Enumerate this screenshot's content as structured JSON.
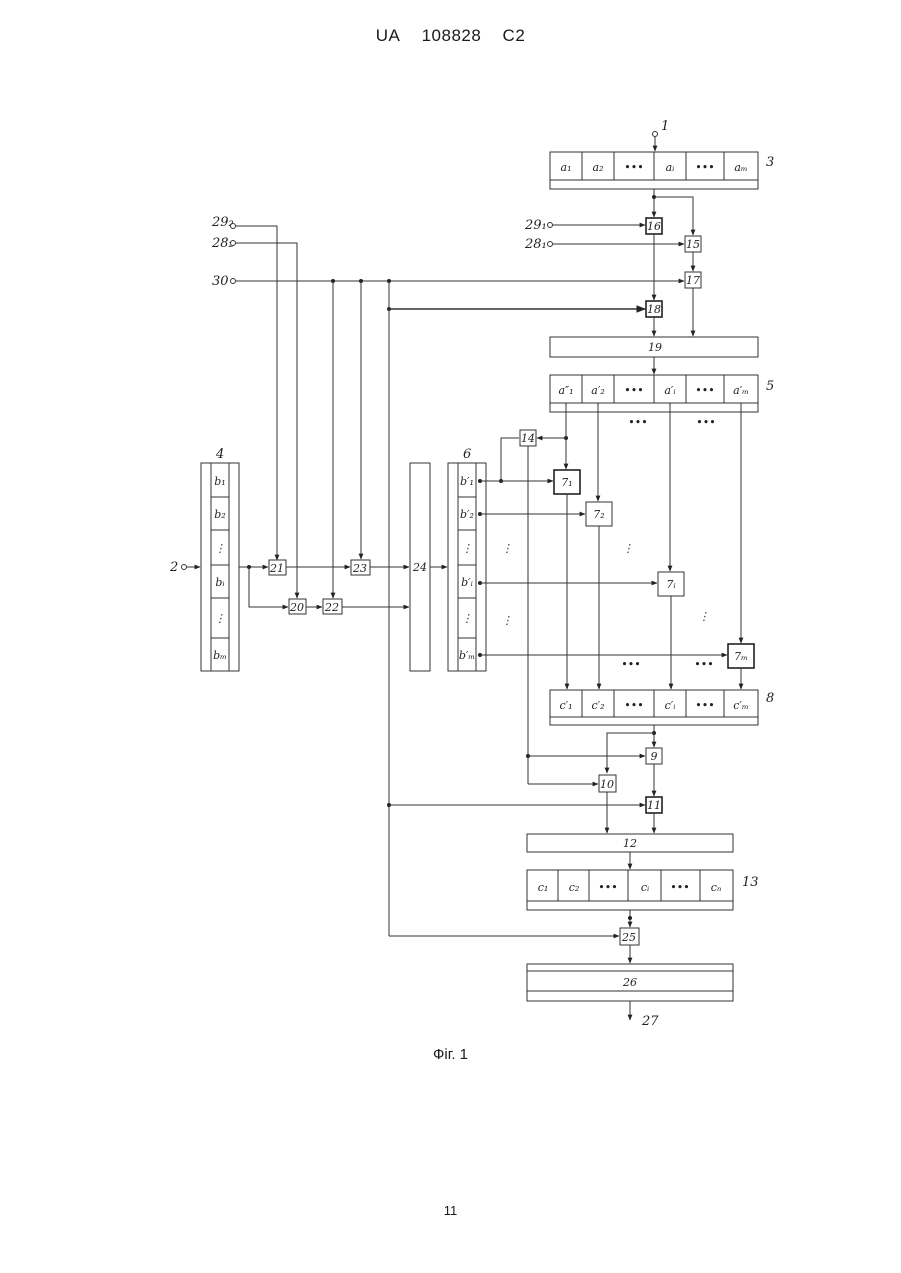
{
  "header": {
    "country": "UA",
    "number": "108828",
    "kind": "C2"
  },
  "caption": "Фіг. 1",
  "page_number": "11",
  "diagram": {
    "terminals": {
      "t1": "1",
      "t2": "2",
      "t27": "27",
      "t30": "30",
      "t29_1": "29₁",
      "t28_1": "28₁",
      "t29_2": "29₂",
      "t28_2": "28₂"
    },
    "register_labels": {
      "r3": "3",
      "r4": "4",
      "r5": "5",
      "r6": "6",
      "r8": "8",
      "r13": "13"
    },
    "reg3_cells": [
      "a₁",
      "a₂",
      "•••",
      "aᵢ",
      "•••",
      "aₘ"
    ],
    "reg5_cells": [
      "a″₁",
      "a′₂",
      "•••",
      "a′ᵢ",
      "•••",
      "a′ₘ"
    ],
    "reg8_cells": [
      "c′₁",
      "c′₂",
      "•••",
      "c′ᵢ",
      "•••",
      "c′ₘ"
    ],
    "reg13_cells": [
      "c₁",
      "c₂",
      "•••",
      "cᵢ",
      "•••",
      "cₙ"
    ],
    "reg4_cells": [
      "b₁",
      "b₂",
      "⋮",
      "bᵢ",
      "⋮",
      "bₘ"
    ],
    "reg6_cells": [
      "b′₁",
      "b′₂",
      "⋮",
      "b′ᵢ",
      "⋮",
      "b′ₘ"
    ],
    "blocks": {
      "b7_1": "7₁",
      "b7_2": "7₂",
      "b7_i": "7ᵢ",
      "b7_m": "7ₘ",
      "b9": "9",
      "b10": "10",
      "b11": "11",
      "b12": "12",
      "b14": "14",
      "b15": "15",
      "b16": "16",
      "b17": "17",
      "b18": "18",
      "b19": "19",
      "b20": "20",
      "b21": "21",
      "b22": "22",
      "b23": "23",
      "b24": "24",
      "b25": "25",
      "b26": "26"
    },
    "ellipses": {
      "h": "•••",
      "v": "⋮"
    }
  }
}
